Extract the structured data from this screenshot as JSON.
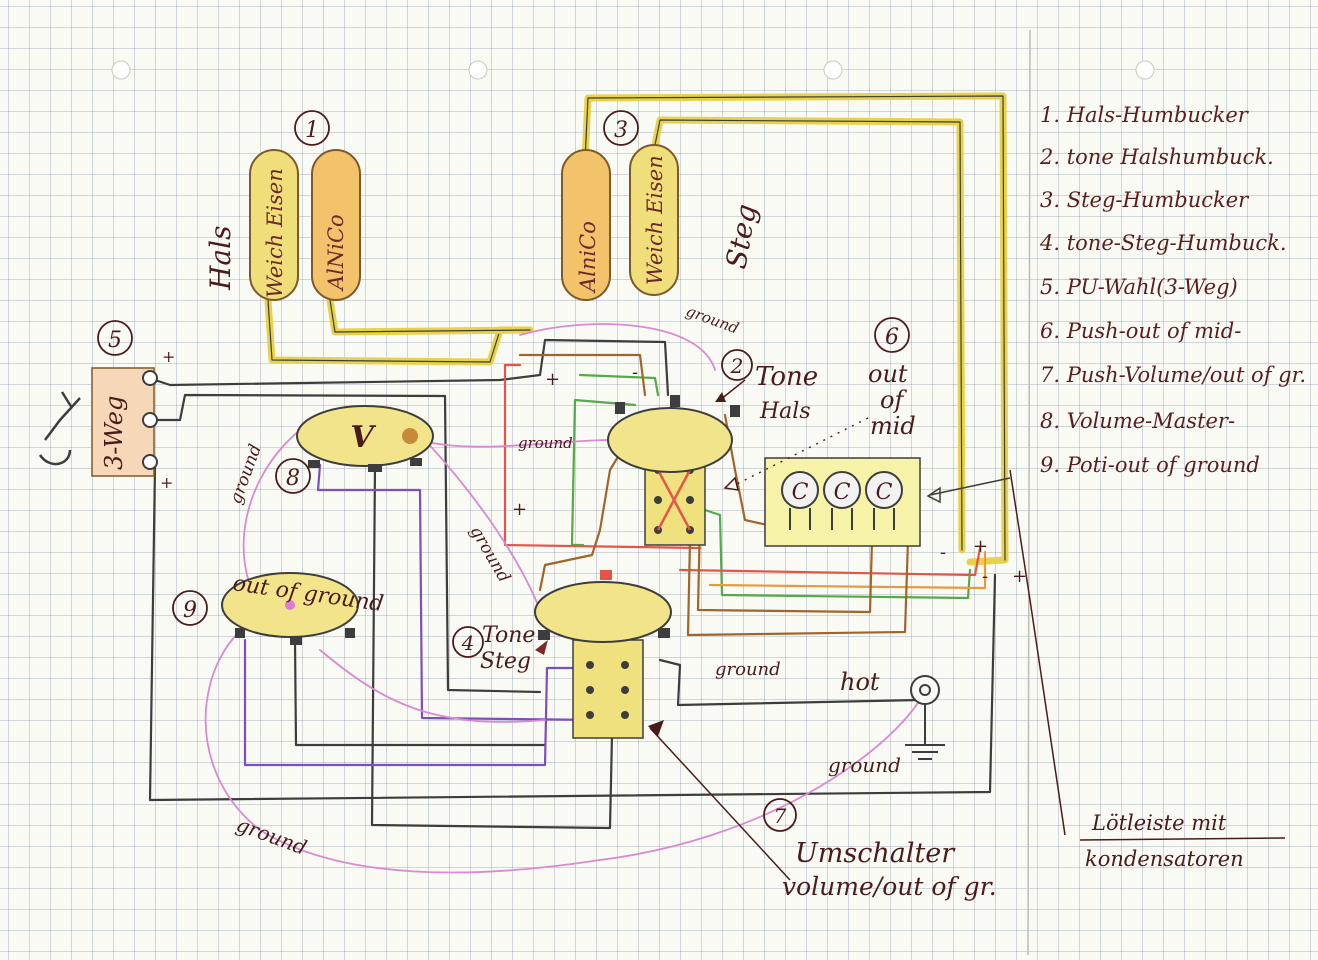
{
  "legend": [
    "1. Hals-Humbucker",
    "2. tone Halshumbuck.",
    "3. Steg-Humbucker",
    "4. tone-Steg-Humbuck.",
    "5. PU-Wahl(3-Weg)",
    "6. Push-out of mid-",
    "7. Push-Volume/out of gr.",
    "8. Volume-Master-",
    "9. Poti-out of ground"
  ],
  "pickups": {
    "neck_num": "1",
    "neck_label": "Hals",
    "neck_coil_a": "Weich Eisen",
    "neck_coil_b": "AlNiCo",
    "bridge_num": "3",
    "bridge_label": "Steg",
    "bridge_coil_a": "AlniCo",
    "bridge_coil_b": "Weich Eisen"
  },
  "switch": {
    "num": "5",
    "label": "3-Weg"
  },
  "volume": {
    "num": "8",
    "mark": "V"
  },
  "tone_neck": {
    "num": "2",
    "label_line1": "Tone",
    "label_line2": "Hals"
  },
  "tone_bridge": {
    "num": "4",
    "label_line1": "Tone",
    "label_line2": "Steg"
  },
  "out_of_mid": {
    "num": "6",
    "line1": "out",
    "line2": "of",
    "line3": "mid"
  },
  "out_of_ground": {
    "num": "9",
    "label": "out of ground"
  },
  "push_switch": {
    "num": "7",
    "line1": "Umschalter",
    "line2": "volume/out of gr."
  },
  "terminal": {
    "line1": "Lötleiste mit",
    "line2": "kondensatoren"
  },
  "caps": [
    "C",
    "C",
    "C"
  ],
  "wire_labels": {
    "ground": "ground",
    "hot": "hot",
    "plus": "+",
    "minus": "-"
  },
  "colors": {
    "ink": "#4a1b1b",
    "pencil": "#3d3d3d",
    "yellow": "#e7d24a",
    "orange": "#e59a3c",
    "pink": "#d98ad0",
    "purple": "#7a4fc0",
    "green": "#57a84a",
    "red": "#e2564a",
    "brown": "#a0652a"
  }
}
